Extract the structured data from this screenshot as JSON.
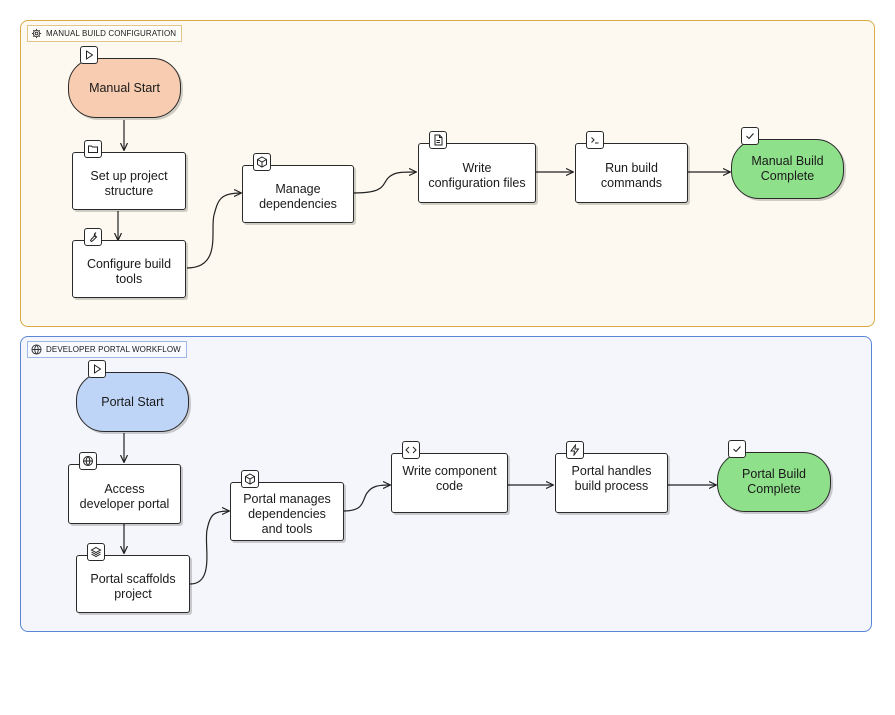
{
  "groups": {
    "manual": {
      "label": "MANUAL BUILD CONFIGURATION",
      "icon": "gear-icon",
      "border_color": "#d9aa45",
      "fill": "#fdf9f0"
    },
    "portal": {
      "label": "DEVELOPER PORTAL WORKFLOW",
      "icon": "globe-icon",
      "border_color": "#5b86d6",
      "fill": "#f4f6fb"
    }
  },
  "nodes": {
    "manual_start": {
      "label": "Manual Start",
      "icon": "play-icon",
      "fill": "#f7ccb0"
    },
    "setup": {
      "label": "Set up project\nstructure",
      "icon": "folder-icon"
    },
    "configure": {
      "label": "Configure build\ntools",
      "icon": "wrench-icon"
    },
    "manage": {
      "label": "Manage\ndependencies",
      "icon": "package-icon"
    },
    "write_config": {
      "label": "Write\nconfiguration files",
      "icon": "file-icon"
    },
    "run": {
      "label": "Run build\ncommands",
      "icon": "terminal-icon"
    },
    "manual_complete": {
      "label": "Manual Build\nComplete",
      "icon": "check-icon",
      "fill": "#8fe08a"
    },
    "portal_start": {
      "label": "Portal Start",
      "icon": "play-icon",
      "fill": "#bfd5f7"
    },
    "access": {
      "label": "Access\ndeveloper portal",
      "icon": "globe-icon"
    },
    "scaffold": {
      "label": "Portal scaffolds\nproject",
      "icon": "layers-icon"
    },
    "portal_manages": {
      "label": "Portal manages\ndependencies\nand tools",
      "icon": "package-icon"
    },
    "write_component": {
      "label": "Write component\ncode",
      "icon": "code-icon"
    },
    "portal_handles": {
      "label": "Portal handles\nbuild process",
      "icon": "zap-icon"
    },
    "portal_complete": {
      "label": "Portal Build\nComplete",
      "icon": "check-icon",
      "fill": "#8fe08a"
    }
  },
  "edges": [
    [
      "manual_start",
      "setup"
    ],
    [
      "setup",
      "configure"
    ],
    [
      "configure",
      "manage"
    ],
    [
      "manage",
      "write_config"
    ],
    [
      "write_config",
      "run"
    ],
    [
      "run",
      "manual_complete"
    ],
    [
      "portal_start",
      "access"
    ],
    [
      "access",
      "scaffold"
    ],
    [
      "scaffold",
      "portal_manages"
    ],
    [
      "portal_manages",
      "write_component"
    ],
    [
      "write_component",
      "portal_handles"
    ],
    [
      "portal_handles",
      "portal_complete"
    ]
  ]
}
